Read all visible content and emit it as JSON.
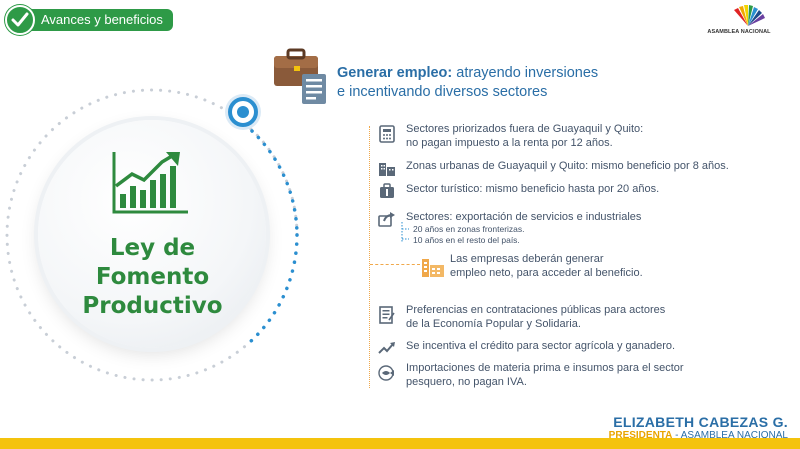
{
  "tag": {
    "label": "Avances y beneficios"
  },
  "logo": {
    "text": "ASAMBLEA NACIONAL"
  },
  "circle": {
    "title_line1": "Ley de Fomento",
    "title_line2": "Productivo"
  },
  "heading": {
    "bold": "Generar empleo:",
    "rest": " atrayendo inversiones",
    "line2": "e incentivando diversos sectores"
  },
  "items": [
    {
      "line1": "Sectores priorizados fuera de Guayaquil y Quito:",
      "line2": "no pagan impuesto a la renta por 12 años.",
      "icon": "calculator-icon"
    },
    {
      "line1": "Zonas urbanas de Guayaquil y Quito: mismo beneficio por 8 años.",
      "icon": "buildings-icon"
    },
    {
      "line1": "Sector turístico: mismo beneficio hasta por 20 años.",
      "icon": "luggage-icon"
    },
    {
      "line1": "Sectores: exportación de servicios e industriales",
      "icon": "export-arrow-icon"
    },
    {
      "line1": "Preferencias en contrataciones públicas para actores",
      "line2": "de la Economía Popular y Solidaria.",
      "icon": "document-icon"
    },
    {
      "line1": "Se incentiva el crédito para sector agrícola y ganadero.",
      "icon": "trend-icon"
    },
    {
      "line1": "Importaciones de materia prima e insumos para el sector",
      "line2": "pesquero, no pagan IVA.",
      "icon": "fish-icon"
    }
  ],
  "export_sub": [
    "20 años en zonas fronterizas.",
    "10 años en el resto del país."
  ],
  "employer_note": {
    "line1": "Las empresas deberán generar",
    "line2": "empleo neto, para acceder al beneficio.",
    "icon": "factory-icon"
  },
  "signature": {
    "name": "ELIZABETH CABEZAS G.",
    "role_a": "PRESIDENTA",
    "role_sep": " - ",
    "role_b": "ASAMBLEA NACIONAL"
  },
  "colors": {
    "green": "#2e9a47",
    "blue": "#2b8fd0",
    "orange": "#f0a84a",
    "yellow": "#f4c30d"
  }
}
